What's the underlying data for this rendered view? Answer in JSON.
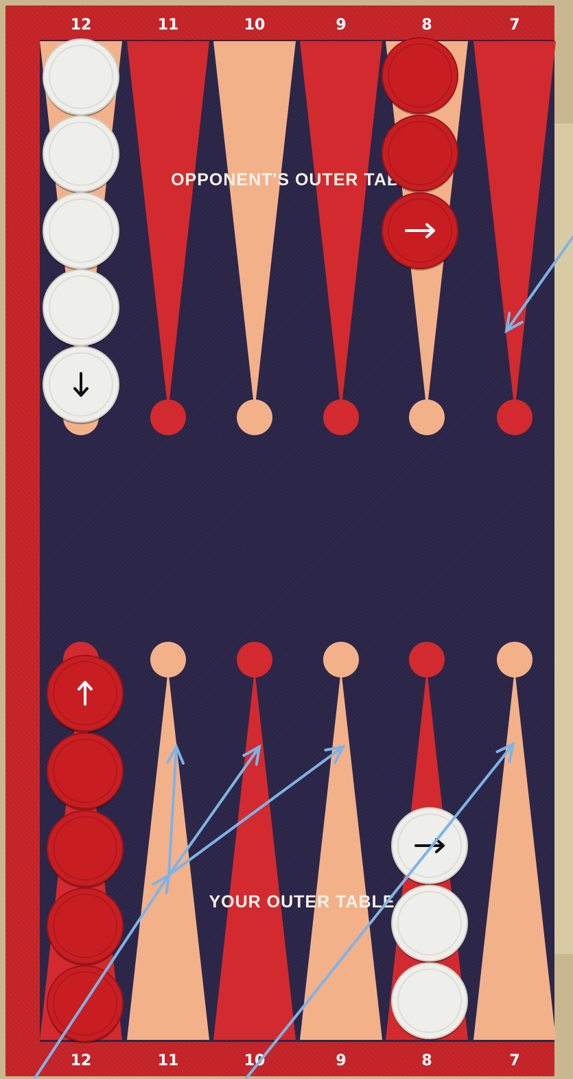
{
  "board": {
    "top_label": "OPPONENT'S OUTER TABLE",
    "bottom_label": "YOUR OUTER TABLE",
    "top_numbers": [
      "12",
      "11",
      "10",
      "9",
      "8",
      "7"
    ],
    "bottom_numbers": [
      "12",
      "11",
      "10",
      "9",
      "8",
      "7"
    ],
    "colors": {
      "frame": "#c8262b",
      "felt": "#2a2547",
      "point_red": "#d22a2e",
      "point_peach": "#f3b18a",
      "checker_red": "#c81e22",
      "checker_white": "#eeeeea",
      "move_line": "#7fb3e6"
    }
  },
  "top_points": [
    "peach",
    "red",
    "peach",
    "red",
    "peach",
    "red"
  ],
  "bottom_points": [
    "red",
    "peach",
    "red",
    "peach",
    "red",
    "peach"
  ],
  "checkers": {
    "top_12": {
      "color": "white",
      "count": 5,
      "arrow": "down"
    },
    "top_8": {
      "color": "red",
      "count": 3,
      "arrow": "right"
    },
    "bottom_12": {
      "color": "red",
      "count": 5,
      "arrow": "up"
    },
    "bottom_8": {
      "color": "white",
      "count": 3,
      "arrow": "right"
    }
  },
  "icons": {
    "arrow_down": "arrow-down-icon",
    "arrow_up": "arrow-up-icon",
    "arrow_right": "arrow-right-icon"
  }
}
